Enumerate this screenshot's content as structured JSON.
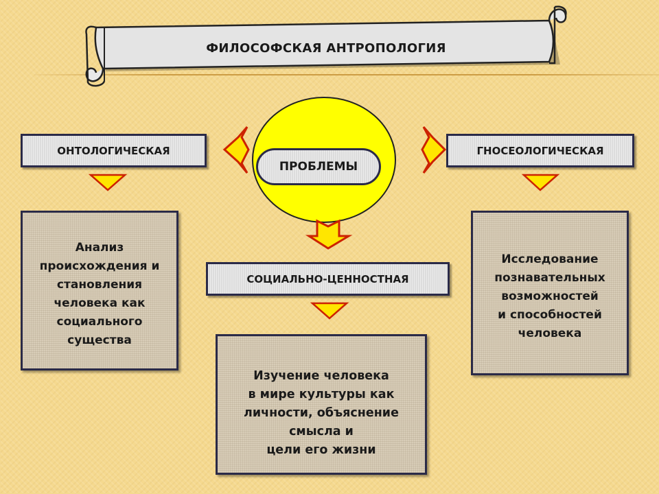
{
  "title": "ФИЛОСОФСКАЯ АНТРОПОЛОГИЯ",
  "center": "ПРОБЛЕМЫ",
  "branches": {
    "left": {
      "label": "ОНТОЛОГИЧЕСКАЯ",
      "text": "Анализ\nпроисхождения и\nстановления\nчеловека  как\nсоциального\nсущества"
    },
    "middle": {
      "label": "СОЦИАЛЬНО-ЦЕННОСТНАЯ",
      "text": "Изучение человека\nв мире культуры как\nличности, объяснение\nсмысла и\nцели его жизни"
    },
    "right": {
      "label": "ГНОСЕОЛОГИЧЕСКАЯ",
      "text": "Исследование\nпознавательных\nвозможностей\nи способностей\nчеловека"
    }
  },
  "colors": {
    "background": "#f5d98f",
    "circle": "#ffff00",
    "arrow_fill": "#ffe600",
    "arrow_stroke": "#cc2200",
    "border": "#2a2a48"
  }
}
